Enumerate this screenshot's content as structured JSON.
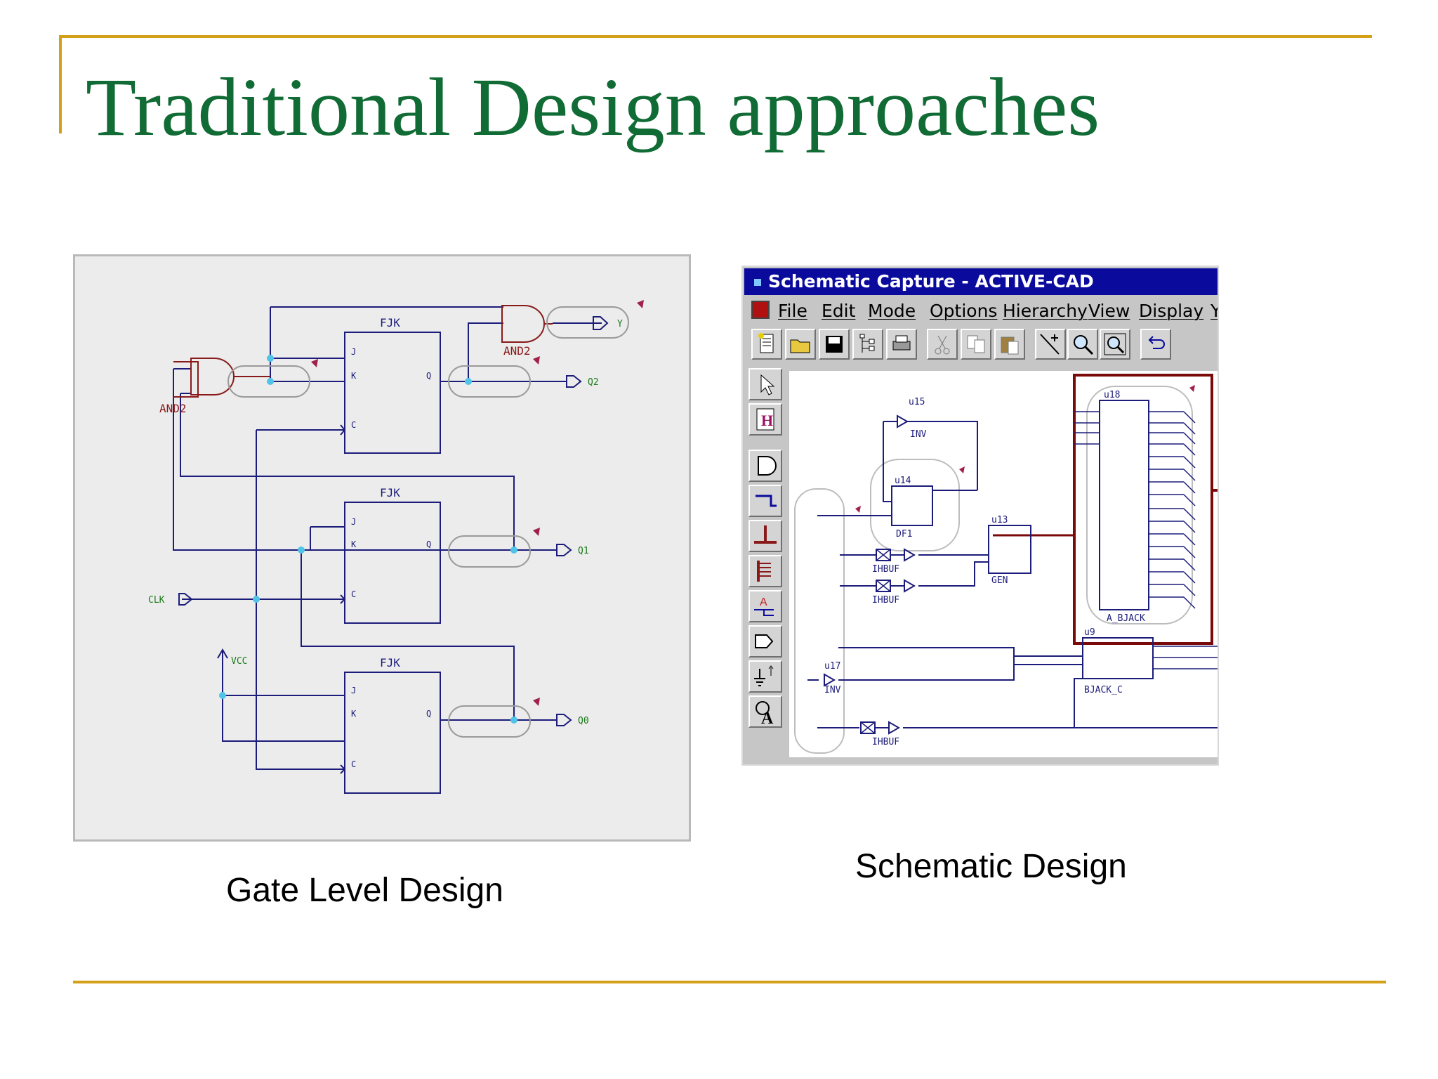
{
  "slide": {
    "title": "Traditional Design approaches"
  },
  "gate_level": {
    "caption": "Gate Level Design",
    "labels": {
      "fjk": "FJK",
      "and2": "AND2",
      "j": "J",
      "k": "K",
      "q": "Q",
      "c": "C",
      "y": "Y",
      "q2": "Q2",
      "q1": "Q1",
      "q0": "Q0",
      "clk": "CLK",
      "vcc": "VCC"
    }
  },
  "schematic": {
    "caption": "Schematic Design",
    "window_title": "Schematic Capture - ACTIVE-CAD",
    "menu": [
      "File",
      "Edit",
      "Mode",
      "Options",
      "Hierarchy",
      "View",
      "Display",
      "Y"
    ],
    "toolbar_icons": [
      "new-icon",
      "open-icon",
      "save-icon",
      "hierarchy-icon",
      "print-icon",
      "cut-icon",
      "copy-icon",
      "paste-icon",
      "add-wire-icon",
      "zoom-icon",
      "zoom-area-icon",
      "undo-icon"
    ],
    "palette_icons": [
      "select-arrow-icon",
      "hierarchy-h-icon",
      "and-gate-icon",
      "net-icon",
      "bus-icon",
      "bus-tap-icon",
      "label-icon",
      "io-marker-icon",
      "power-ground-icon",
      "text-icon"
    ],
    "labels": {
      "u15": "u15",
      "inv": "INV",
      "u14": "u14",
      "fd1": "DF1",
      "u13": "u13",
      "gen": "GEN",
      "u18": "u18",
      "a_bjack": "A_BJACK",
      "u9": "u9",
      "bjack_c": "BJACK_C",
      "u17": "u17",
      "ibuf": "IHBUF"
    }
  }
}
